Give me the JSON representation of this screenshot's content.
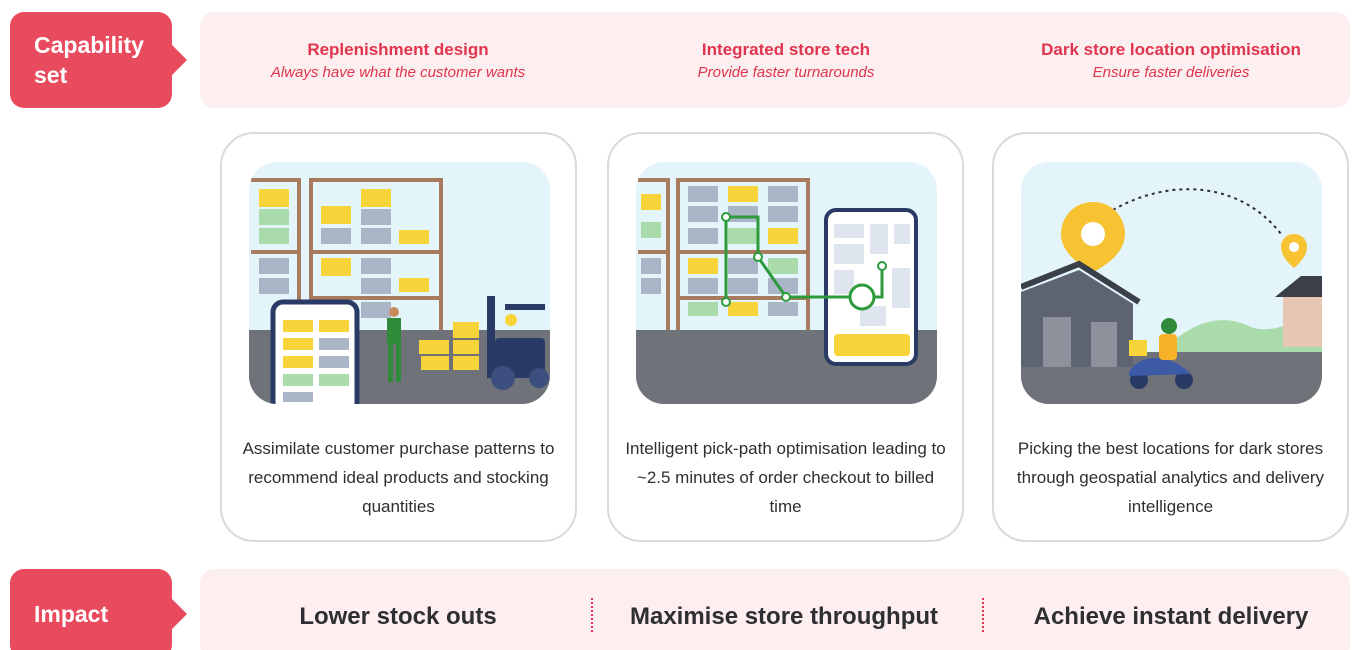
{
  "tags": {
    "capability": "Capability set",
    "impact": "Impact"
  },
  "capabilities": [
    {
      "title": "Replenishment design",
      "subtitle": "Always have what the customer wants"
    },
    {
      "title": "Integrated store tech",
      "subtitle": "Provide faster turnarounds"
    },
    {
      "title": "Dark store location optimisation",
      "subtitle": "Ensure faster deliveries"
    }
  ],
  "cards": [
    {
      "text": "Assimilate customer purchase patterns to recommend ideal products and stocking quantities"
    },
    {
      "text": "Intelligent pick-path optimisation leading to ~2.5 minutes of order checkout to billed time"
    },
    {
      "text": "Picking the best locations for dark stores through geospatial analytics and delivery intelligence"
    }
  ],
  "impacts": [
    "Lower stock outs",
    "Maximise store throughput",
    "Achieve instant delivery"
  ],
  "colors": {
    "accent": "#e94b5e",
    "band": "#fdeeef",
    "text": "#2e2e33"
  }
}
